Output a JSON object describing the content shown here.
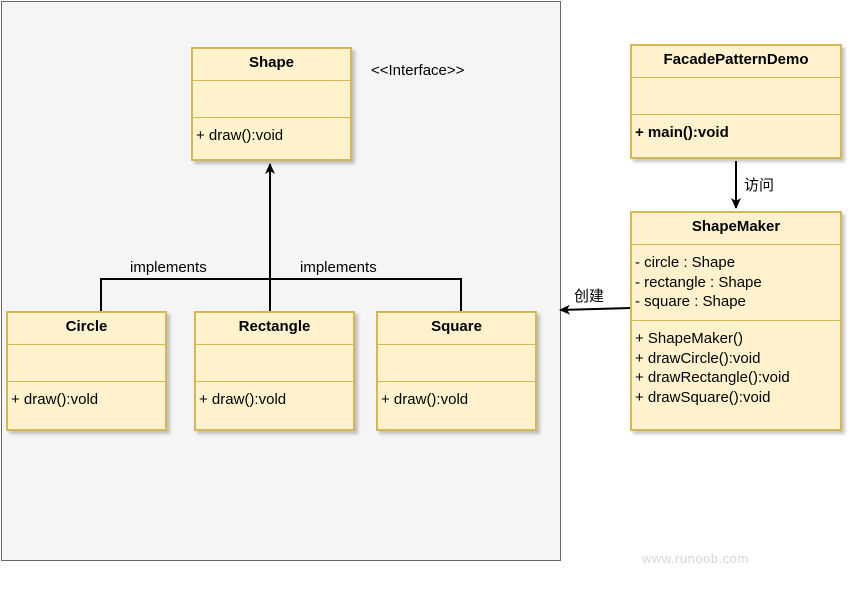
{
  "group": {
    "name": ""
  },
  "classes": {
    "shape": {
      "name": "Shape",
      "attributes": [],
      "operations": [
        "+ draw():void"
      ],
      "stereotype": "<<Interface>>"
    },
    "circle": {
      "name": "Circle",
      "attributes": [],
      "operations": [
        "+ draw():vold"
      ]
    },
    "rectangle": {
      "name": "Rectangle",
      "attributes": [],
      "operations": [
        "+ draw():vold"
      ]
    },
    "square": {
      "name": "Square",
      "attributes": [],
      "operations": [
        "+ draw():vold"
      ]
    },
    "facade_demo": {
      "name": "FacadePatternDemo",
      "attributes": [],
      "operations": [
        "+ main():void"
      ]
    },
    "shape_maker": {
      "name": "ShapeMaker",
      "attributes": [
        "- circle : Shape",
        "- rectangle : Shape",
        "- square : Shape"
      ],
      "operations": [
        "+ ShapeMaker()",
        "+ drawCircle():void",
        "+ drawRectangle():void",
        "+ drawSquare():void"
      ]
    }
  },
  "edges": {
    "implements_left": "implements",
    "implements_right": "implements",
    "visit": "访问",
    "create": "创建"
  },
  "watermark": "www.runoob.com",
  "colors": {
    "box_fill": "#fff2cc",
    "box_border": "#d6b656",
    "panel_fill": "#f5f5f5",
    "panel_border": "#666666",
    "edge": "#000000"
  }
}
